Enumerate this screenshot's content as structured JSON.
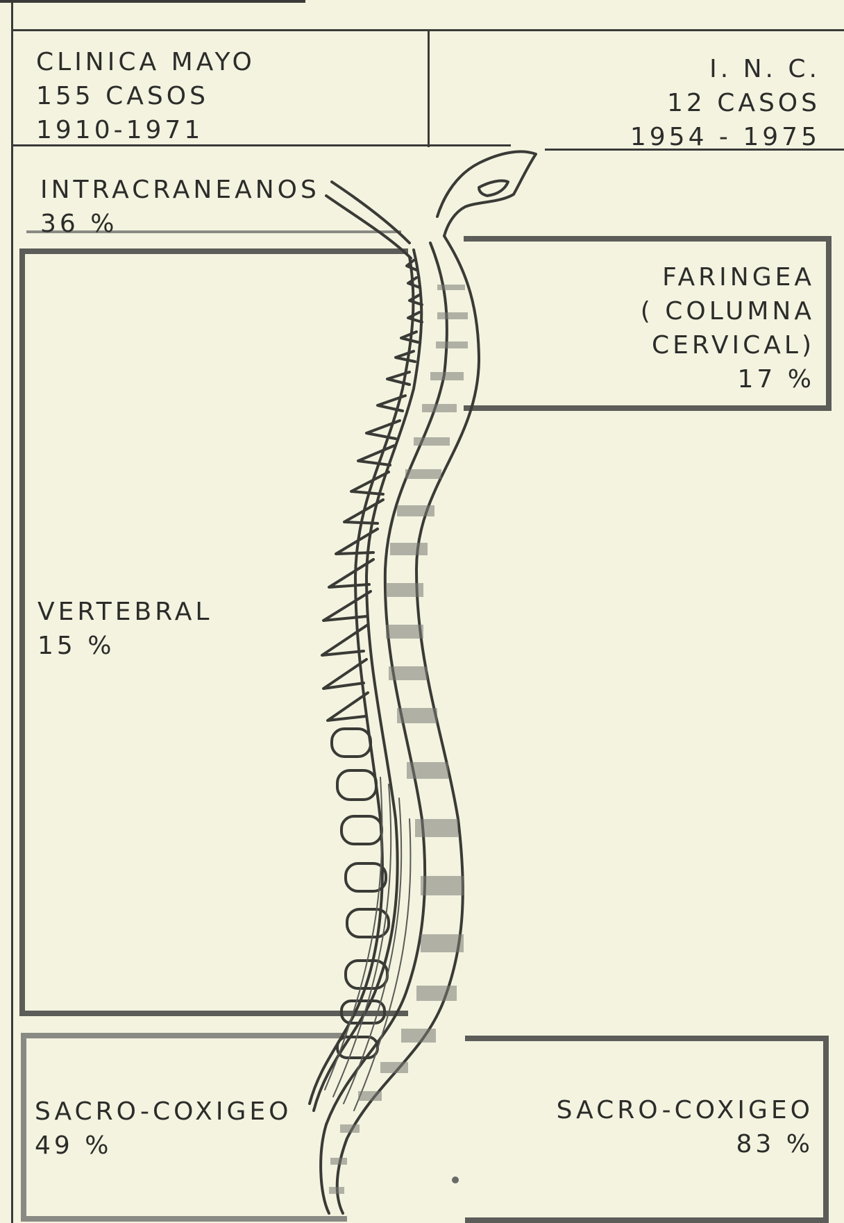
{
  "header": {
    "left": {
      "line1": "CLINICA MAYO",
      "line2": "155 CASOS",
      "line3": "1910-1971"
    },
    "right": {
      "line1": "I. N. C.",
      "line2": "12 CASOS",
      "line3": "1954 - 1975"
    }
  },
  "regions": {
    "intracraneanos": {
      "label": "INTRACRANEANOS",
      "value": "36 %"
    },
    "faringea": {
      "line1": "FARINGEA",
      "line2": "( COLUMNA",
      "line3": "CERVICAL)",
      "value": "17 %"
    },
    "vertebral": {
      "label": "VERTEBRAL",
      "value": "15 %"
    },
    "sacro_left": {
      "label": "SACRO-COXIGEO",
      "value": "49 %"
    },
    "sacro_right": {
      "label": "SACRO-COXIGEO",
      "value": "83 %"
    }
  },
  "colors": {
    "paper": "#f3f3e0",
    "ink": "#2c2c2a",
    "box_border": "#5c5c58"
  }
}
